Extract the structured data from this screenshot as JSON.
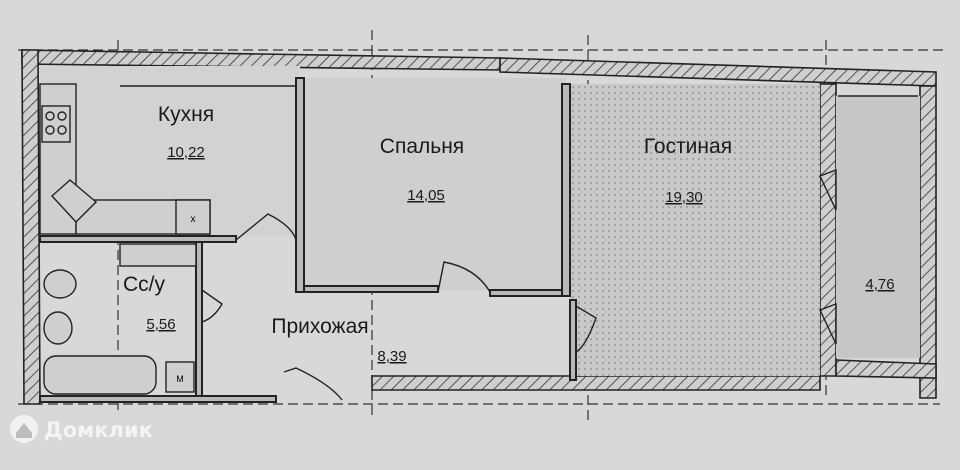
{
  "rooms": {
    "kitchen": {
      "name": "Кухня",
      "area": "10,22"
    },
    "bedroom": {
      "name": "Спальня",
      "area": "14,05"
    },
    "living": {
      "name": "Гостиная",
      "area": "19,30"
    },
    "bathroom": {
      "name": "Сс/у",
      "area": "5,56"
    },
    "hallway": {
      "name": "Прихожая",
      "area": "8,39"
    },
    "balcony": {
      "area": "4,76"
    }
  },
  "watermark": {
    "text": "Домклик"
  },
  "appliances": {
    "fridge_mark": "x",
    "washer_mark": "M"
  },
  "colors": {
    "paper": "#d8d8d8",
    "wall": "#222222",
    "watermark": "#f4f4f4"
  }
}
